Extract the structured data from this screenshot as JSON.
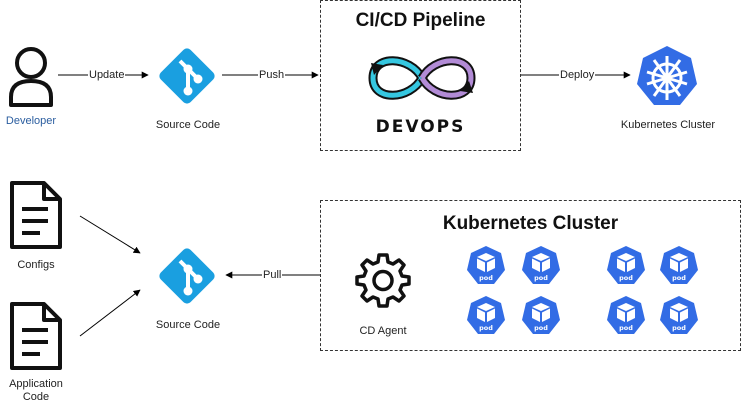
{
  "nodes": {
    "developer": {
      "label": "Developer",
      "icon": "user-icon"
    },
    "source_top": {
      "label": "Source Code",
      "icon": "git-icon"
    },
    "pipeline": {
      "title": "CI/CD Pipeline",
      "logo_text": "DEVOPS"
    },
    "k8s_top": {
      "label": "Kubernetes Cluster",
      "icon": "kubernetes-icon"
    },
    "configs": {
      "label": "Configs",
      "icon": "document-icon"
    },
    "appcode": {
      "label": "Application Code",
      "icon": "document-icon"
    },
    "source_bottom": {
      "label": "Source Code",
      "icon": "git-icon"
    },
    "cluster": {
      "title": "Kubernetes Cluster"
    },
    "cd_agent": {
      "label": "CD Agent",
      "icon": "gear-icon"
    },
    "pod_label": "pod"
  },
  "edges": {
    "update": "Update",
    "push": "Push",
    "deploy": "Deploy",
    "pull": "Pull"
  },
  "colors": {
    "git": "#1a9fe0",
    "kubernetes": "#326ce5",
    "text_blue": "#2a5d9f",
    "devops_cyan": "#35c7e0",
    "devops_purple": "#b28bd6"
  }
}
